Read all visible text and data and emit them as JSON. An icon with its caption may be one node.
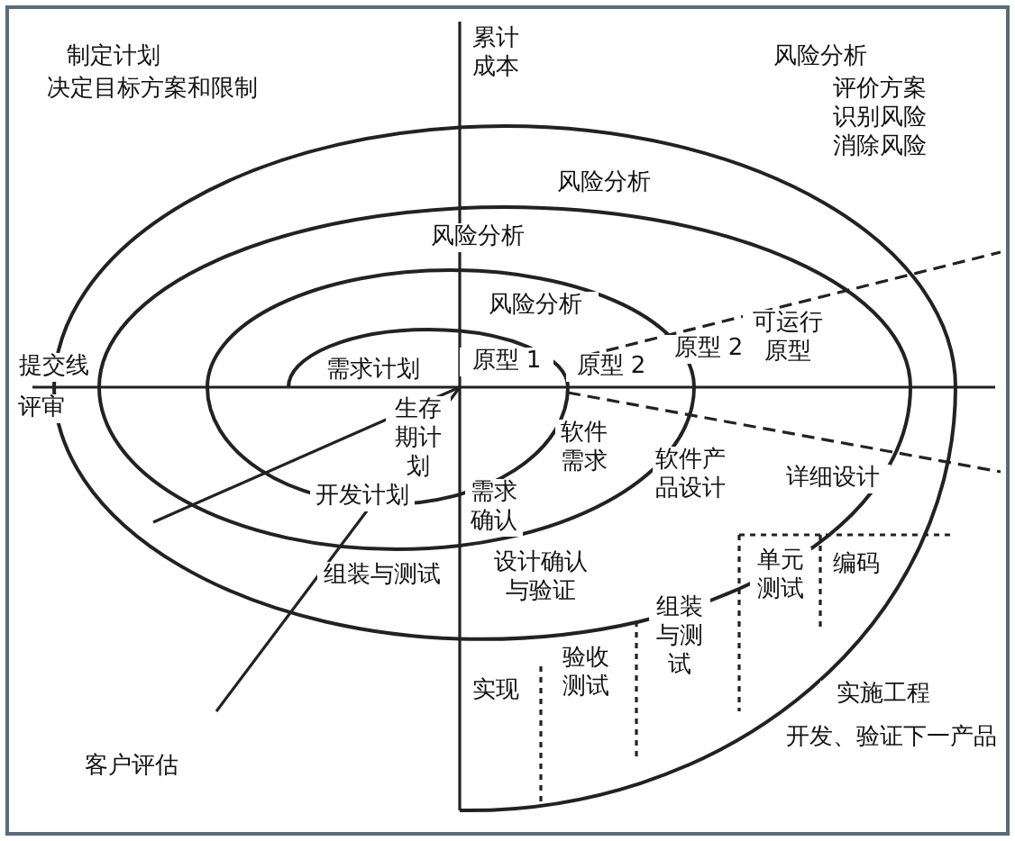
{
  "diagram": {
    "labels": [
      "制定计划",
      "决定目标方案和限制",
      "累计成本",
      "风险分析",
      "评价方案识别风险消除风险",
      "风险分析",
      "风险分析",
      "风险分析",
      "可运行原型",
      "原型 1",
      "原型 2",
      "原型 2",
      "提交线",
      "评审",
      "需求计划",
      "生存期计划",
      "软件需求",
      "软件产品设计",
      "详细设计",
      "开发计划",
      "需求确认",
      "组装与测试",
      "设计确认与验证",
      "单元测试",
      "编码",
      "实现",
      "验收测试",
      "组装与测试",
      "实施工程",
      "开发、验证下一产品",
      "客户评估"
    ]
  }
}
